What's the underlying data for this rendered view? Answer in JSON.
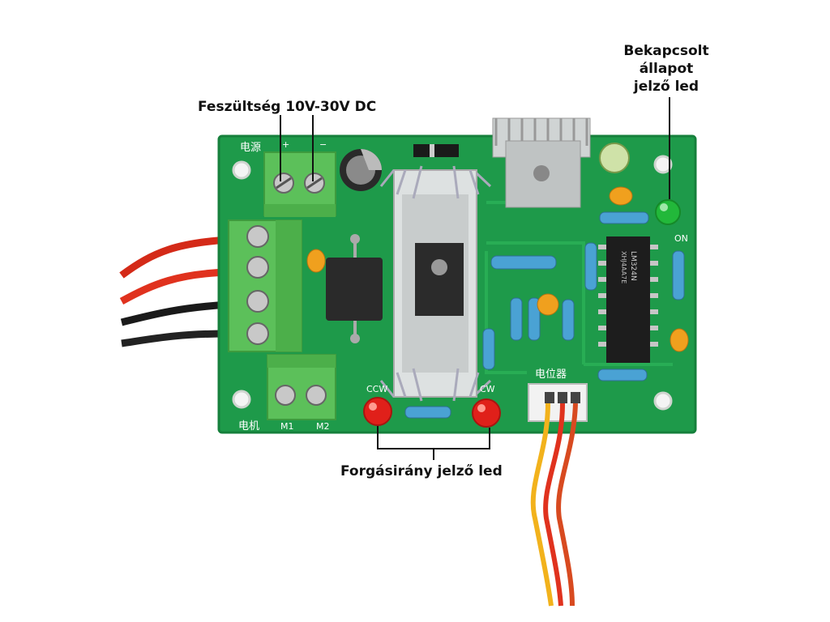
{
  "callouts": {
    "voltage": "Feszültség 10V-30V DC",
    "power_led_line1": "Bekapcsolt",
    "power_led_line2": "állapot",
    "power_led_line3": "jelző led",
    "direction_led": "Forgásirány jelző led"
  },
  "pcb_silkscreen": {
    "power_label": "电源",
    "plus": "+",
    "minus": "−",
    "motor_label": "电机",
    "m1": "M1",
    "m2": "M2",
    "pot_label": "电位器",
    "ccw": "CCW",
    "cw": "CW",
    "on": "ON",
    "chip": "LM324N",
    "chip2": "XHJ4AA7E"
  },
  "colors": {
    "pcb": "#1e9a4a",
    "terminal": "#5cc05a",
    "led_red": "#e0201a",
    "led_green": "#22b83a",
    "heatsink": "#d8dcdc",
    "wire_red": "#e0321e",
    "wire_black": "#1a1a1a",
    "wire_yellow": "#f2b21c"
  }
}
